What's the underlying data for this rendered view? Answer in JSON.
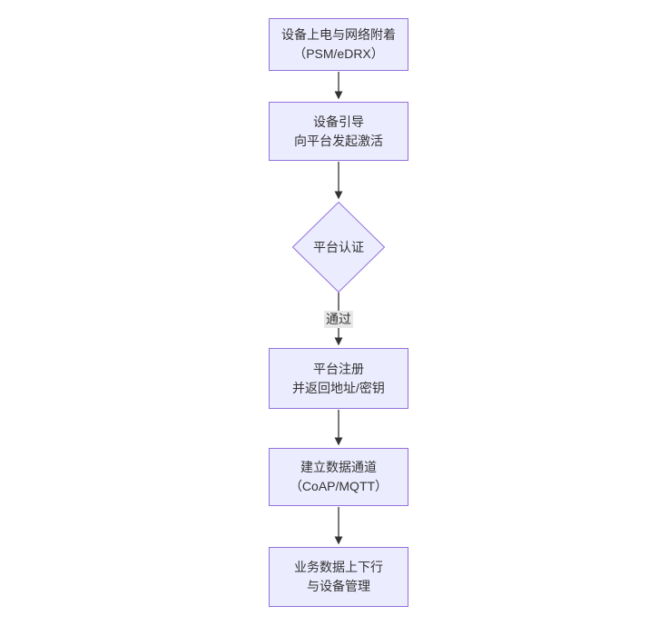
{
  "diagram": {
    "type": "flowchart",
    "direction": "top-down",
    "colors": {
      "node_fill": "#ECECFF",
      "node_border": "#9370DB",
      "edge_line": "#333333",
      "text": "#333333",
      "edge_label_bg": "#e8e8e8",
      "canvas_bg": "#ffffff"
    },
    "nodes": [
      {
        "id": "power-attach",
        "shape": "rect",
        "label": "设备上电与网络附着\n（PSM/eDRX）"
      },
      {
        "id": "bootstrap",
        "shape": "rect",
        "label": "设备引导\n向平台发起激活"
      },
      {
        "id": "platform-auth",
        "shape": "diamond",
        "label": "平台认证"
      },
      {
        "id": "platform-register",
        "shape": "rect",
        "label": "平台注册\n并返回地址/密钥"
      },
      {
        "id": "data-channel",
        "shape": "rect",
        "label": "建立数据通道\n（CoAP/MQTT）"
      },
      {
        "id": "business-data",
        "shape": "rect",
        "label": "业务数据上下行\n与设备管理"
      }
    ],
    "edges": [
      {
        "from": "power-attach",
        "to": "bootstrap",
        "label": ""
      },
      {
        "from": "bootstrap",
        "to": "platform-auth",
        "label": ""
      },
      {
        "from": "platform-auth",
        "to": "platform-register",
        "label": "通过"
      },
      {
        "from": "platform-register",
        "to": "data-channel",
        "label": ""
      },
      {
        "from": "data-channel",
        "to": "business-data",
        "label": ""
      }
    ]
  }
}
